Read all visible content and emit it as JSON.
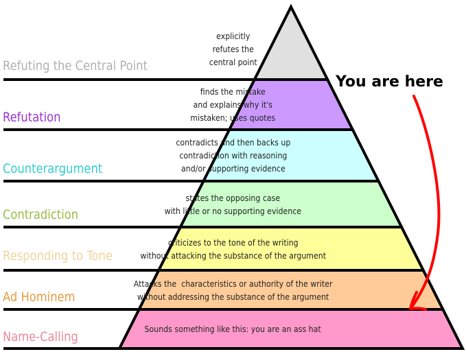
{
  "annotation": {
    "text": "You are here",
    "arrow_color": "#ff0000"
  },
  "levels": [
    {
      "name": "Refuting the Central Point",
      "description": "explicitly\nrefutes the\ncentral point",
      "fill": "#e0e0e0",
      "label_color": "#b0b0b0"
    },
    {
      "name": "Refutation",
      "description": "finds the mistake\nand explains why it's\nmistaken; uses quotes",
      "fill": "#cc99ff",
      "label_color": "#9933cc"
    },
    {
      "name": "Counterargument",
      "description": "contradicts and then backs up\ncontradiction with reasoning\nand/or supporting evidence",
      "fill": "#ccffff",
      "label_color": "#33cccc"
    },
    {
      "name": "Contradiction",
      "description": "states the opposing case\nwith little or no supporting evidence",
      "fill": "#ccffcc",
      "label_color": "#99bb44"
    },
    {
      "name": "Responding to Tone",
      "description": "criticizes to the tone of the writing\nwithout attacking the substance of the argument",
      "fill": "#ffff99",
      "label_color": "#f0d49a"
    },
    {
      "name": "Ad Hominem",
      "description": "Attacks the  characteristics or authority of the writer\nwithout addressing the substance of the argument",
      "fill": "#ffcc99",
      "label_color": "#e69a40"
    },
    {
      "name": "Name-Calling",
      "description": "Sounds something like this: you are an ass hat",
      "fill": "#ff99cc",
      "label_color": "#e88a9a"
    }
  ]
}
